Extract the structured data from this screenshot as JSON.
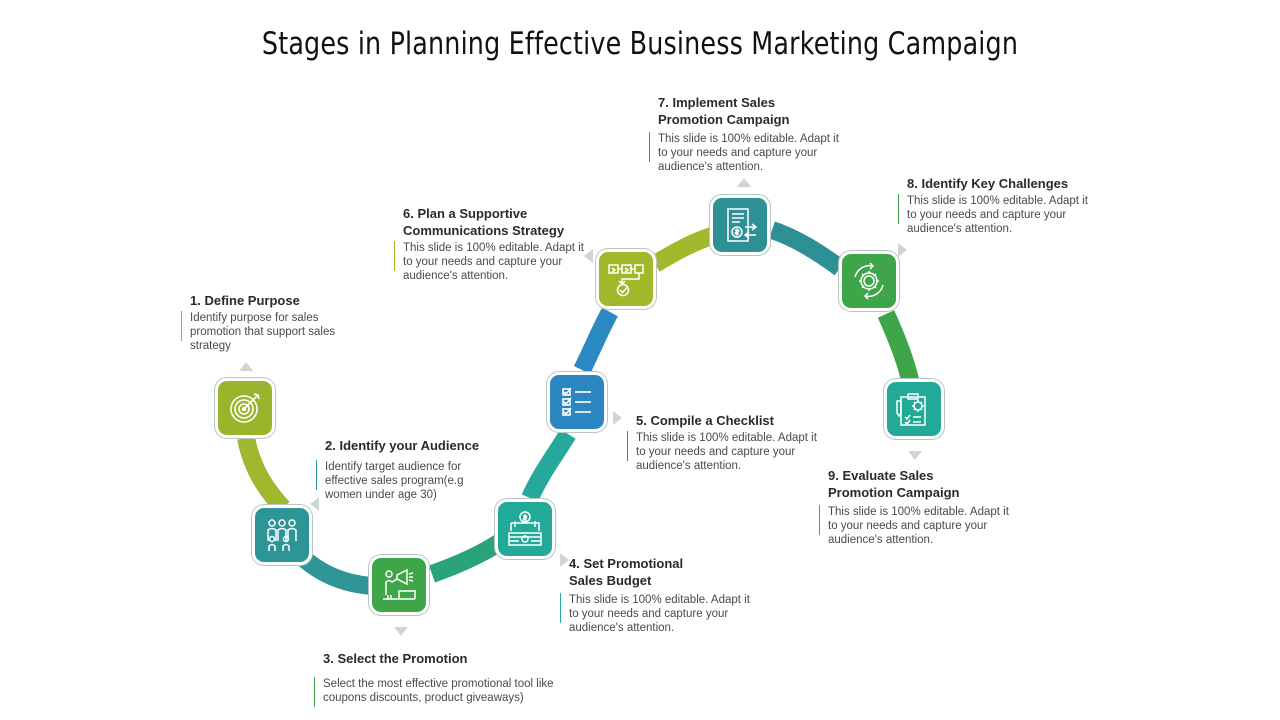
{
  "title": "Stages in Planning Effective Business Marketing Campaign",
  "stages": [
    {
      "title": "1. Define Purpose",
      "text": "Identify purpose for sales promotion that support sales strategy",
      "icon": "target-icon",
      "color": "#9ab52c"
    },
    {
      "title": "2. Identify your Audience",
      "text": "Identify target audience for effective sales program(e.g women under age 30)",
      "icon": "audience-icon",
      "color": "#2e9596"
    },
    {
      "title": "3. Select the Promotion",
      "text": "Select the most effective promotional tool like coupons discounts, product giveaways)",
      "icon": "megaphone-icon",
      "color": "#3ea549"
    },
    {
      "title": "4. Set Promotional Sales Budget",
      "text": "This slide is 100% editable. Adapt it to your needs and capture your audience's attention.",
      "icon": "budget-icon",
      "color": "#23a998"
    },
    {
      "title": "5. Compile a Checklist",
      "text": "This slide is 100% editable. Adapt it to your needs and capture your audience's attention.",
      "icon": "checklist-icon",
      "color": "#2b86c2"
    },
    {
      "title": "6. Plan a Supportive Communications Strategy",
      "text": "This slide is 100% editable. Adapt it to your needs and capture your audience's attention.",
      "icon": "strategy-icon",
      "color": "#a2b72a"
    },
    {
      "title": "7. Implement Sales Promotion Campaign",
      "text": "This slide is 100% editable. Adapt it to your needs and capture your audience's attention.",
      "icon": "campaign-document-icon",
      "color": "#2e8f94"
    },
    {
      "title": "8. Identify Key Challenges",
      "text": "This slide is 100% editable. Adapt it to your needs and capture your audience's attention.",
      "icon": "gear-cycle-icon",
      "color": "#3ea549"
    },
    {
      "title": "9. Evaluate Sales Promotion Campaign",
      "text": "This slide is 100% editable. Adapt it to your needs and capture your audience's attention.",
      "icon": "evaluation-icon",
      "color": "#23a998"
    }
  ]
}
